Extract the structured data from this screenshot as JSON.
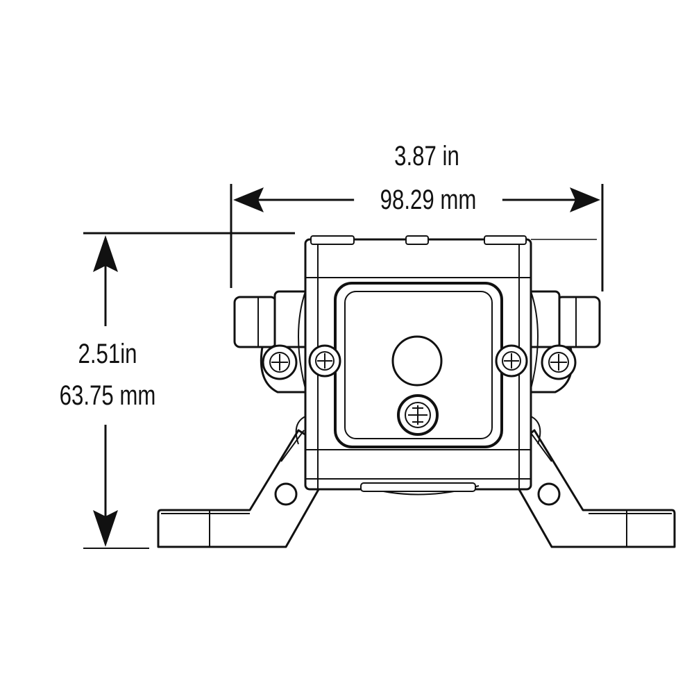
{
  "dimensions": {
    "width_in": "3.87 in",
    "width_mm": "98.29 mm",
    "height_in": "2.51in",
    "height_mm": "63.75 mm"
  },
  "colors": {
    "line": "#111111",
    "background": "#ffffff"
  }
}
